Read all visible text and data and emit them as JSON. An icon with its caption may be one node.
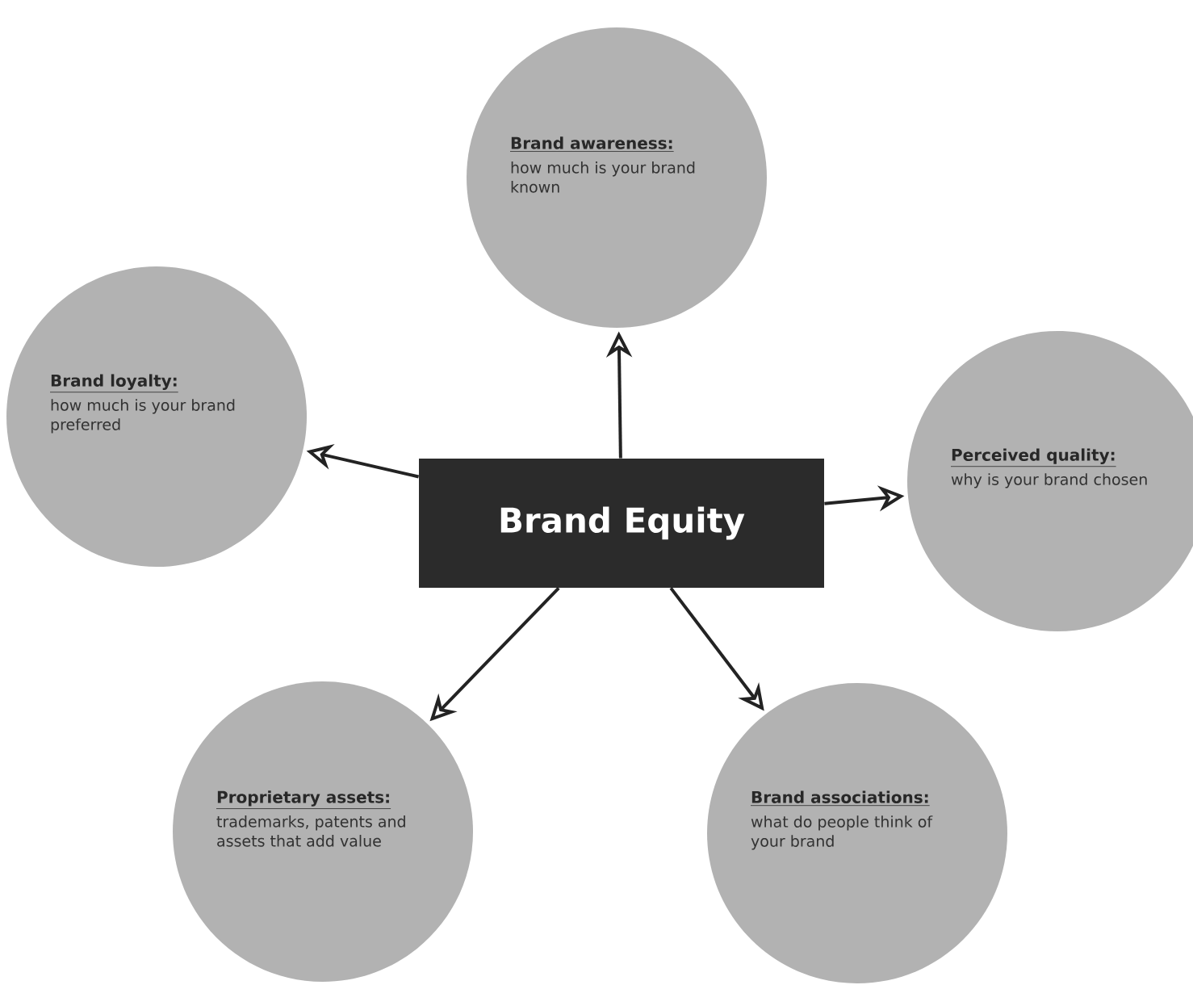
{
  "diagram": {
    "nodes": [
      {
        "text": [
          "Brand Equity"
        ]
      },
      {
        "text": [
          "Brand awareness:",
          "how much is your brand known"
        ]
      },
      {
        "text": [
          "Brand loyalty:",
          "how much is your brand preferred"
        ]
      },
      {
        "text": [
          "Perceived quality:",
          "why is your brand chosen"
        ]
      },
      {
        "text": [
          "Proprietary assets:",
          "trademarks, patents and assets that add value"
        ]
      },
      {
        "text": [
          "Brand associations:",
          "what do people think of your brand"
        ]
      }
    ],
    "edges": [
      {
        "from": 0,
        "to": 1,
        "arrow": "to"
      },
      {
        "from": 0,
        "to": 2,
        "arrow": "to"
      },
      {
        "from": 0,
        "to": 3,
        "arrow": "to"
      },
      {
        "from": 0,
        "to": 4,
        "arrow": "to"
      },
      {
        "from": 0,
        "to": 5,
        "arrow": "to"
      }
    ]
  }
}
